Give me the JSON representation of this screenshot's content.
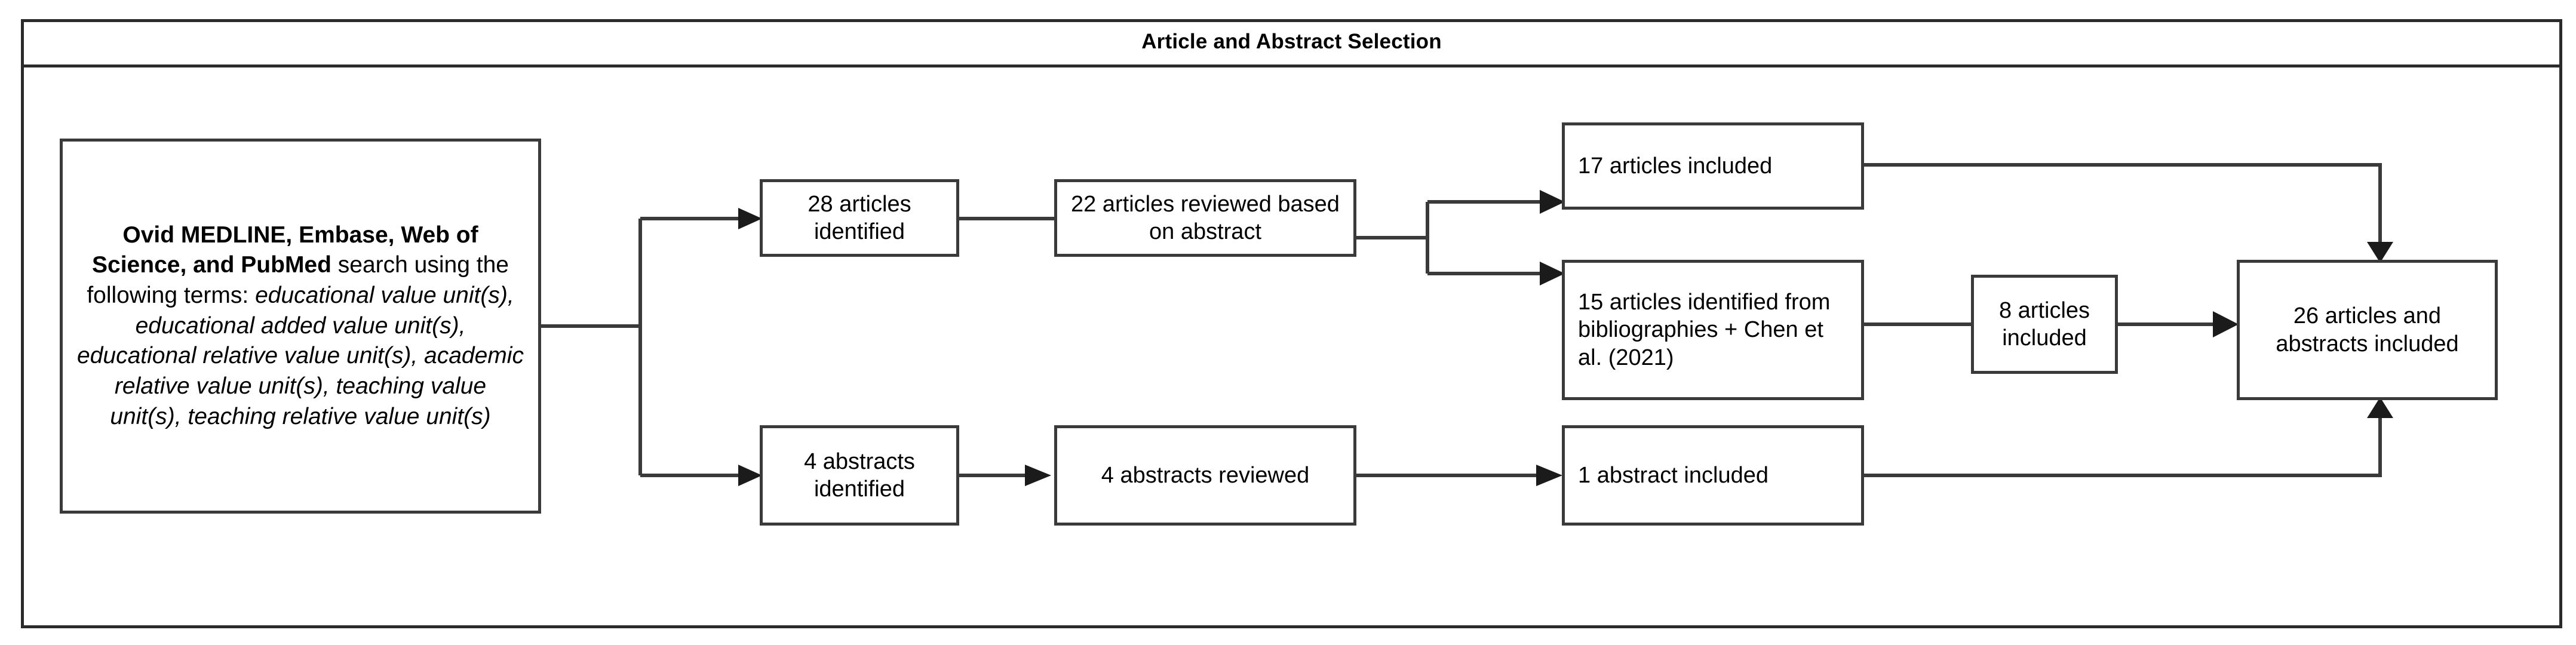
{
  "panel": {
    "title": "Article and Abstract Selection"
  },
  "nodes": {
    "search_source": {
      "bold_part": "Ovid MEDLINE, Embase, Web of Science, and PubMed",
      "plain_part": " search using the following terms: ",
      "italic_part": "educational value unit(s), educational added value unit(s), educational relative value unit(s), academic relative value unit(s), teaching value unit(s), teaching relative value unit(s)"
    },
    "articles_identified": "28 articles identified",
    "articles_reviewed": "22 articles reviewed based on abstract",
    "articles_included_17": "17 articles included",
    "articles_from_bibliographies": "15 articles identified from bibliographies + Chen et al. (2021)",
    "articles_included_8": "8 articles included",
    "final_included": "26 articles and abstracts included",
    "abstracts_identified": "4 abstracts identified",
    "abstracts_reviewed": "4 abstracts reviewed",
    "abstract_included": "1 abstract included"
  },
  "chart_data": {
    "type": "diagram",
    "title": "Article and Abstract Selection",
    "diagram_kind": "flowchart",
    "direction": "left-to-right",
    "nodes": [
      {
        "id": "search_source",
        "label": "Ovid MEDLINE, Embase, Web of Science, and PubMed search using the following terms: educational value unit(s), educational added value unit(s), educational relative value unit(s), academic relative value unit(s), teaching value unit(s), teaching relative value unit(s)",
        "count": null
      },
      {
        "id": "articles_identified",
        "label": "28 articles identified",
        "count": 28
      },
      {
        "id": "articles_reviewed",
        "label": "22 articles reviewed based on abstract",
        "count": 22
      },
      {
        "id": "articles_included_17",
        "label": "17 articles included",
        "count": 17
      },
      {
        "id": "articles_from_bibliographies",
        "label": "15 articles identified from bibliographies + Chen et al. (2021)",
        "count": 15
      },
      {
        "id": "articles_included_8",
        "label": "8 articles included",
        "count": 8
      },
      {
        "id": "abstracts_identified",
        "label": "4 abstracts identified",
        "count": 4
      },
      {
        "id": "abstracts_reviewed",
        "label": "4 abstracts reviewed",
        "count": 4
      },
      {
        "id": "abstract_included",
        "label": "1 abstract included",
        "count": 1
      },
      {
        "id": "final_included",
        "label": "26 articles and abstracts included",
        "count": 26
      }
    ],
    "edges": [
      {
        "from": "search_source",
        "to": "articles_identified"
      },
      {
        "from": "search_source",
        "to": "abstracts_identified"
      },
      {
        "from": "articles_identified",
        "to": "articles_reviewed"
      },
      {
        "from": "articles_reviewed",
        "to": "articles_included_17"
      },
      {
        "from": "articles_reviewed",
        "to": "articles_from_bibliographies"
      },
      {
        "from": "articles_from_bibliographies",
        "to": "articles_included_8"
      },
      {
        "from": "articles_included_8",
        "to": "final_included"
      },
      {
        "from": "articles_included_17",
        "to": "final_included"
      },
      {
        "from": "abstracts_identified",
        "to": "abstracts_reviewed"
      },
      {
        "from": "abstracts_reviewed",
        "to": "abstract_included"
      },
      {
        "from": "abstract_included",
        "to": "final_included"
      }
    ],
    "colors": {
      "border": "#3a3a3a",
      "frame": "#2b2b2b",
      "text": "#000000",
      "background": "#ffffff"
    }
  }
}
